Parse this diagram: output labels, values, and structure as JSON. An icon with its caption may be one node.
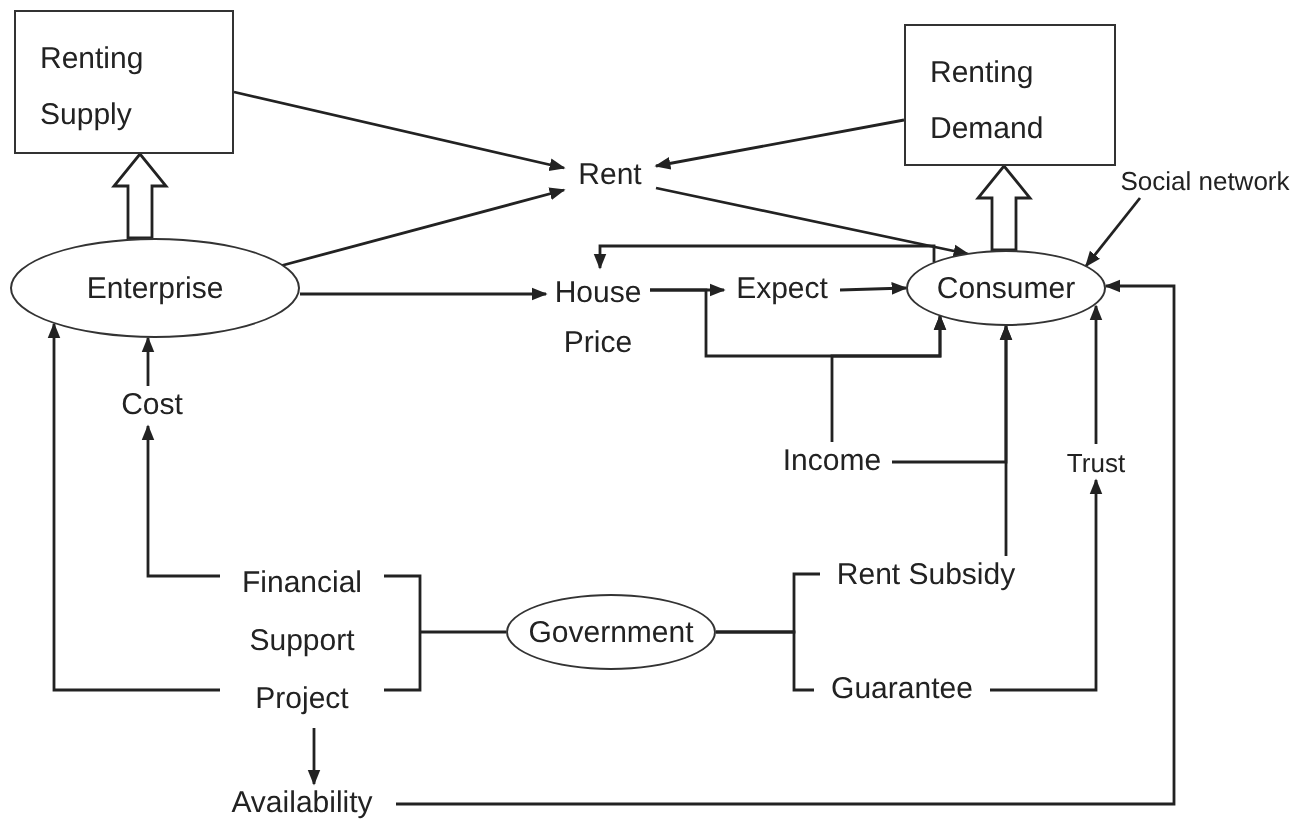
{
  "diagram": {
    "nodes": [
      {
        "text": [
          "Renting Supply"
        ]
      },
      {
        "text": [
          "Enterprise"
        ]
      },
      {
        "text": [
          "Cost"
        ]
      },
      {
        "text": [
          "Rent"
        ]
      },
      {
        "text": [
          "House Price"
        ]
      },
      {
        "text": [
          "Expect"
        ]
      },
      {
        "text": [
          "Renting Demand"
        ]
      },
      {
        "text": [
          "Social network"
        ]
      },
      {
        "text": [
          "Consumer"
        ]
      },
      {
        "text": [
          "Income"
        ]
      },
      {
        "text": [
          "Trust"
        ]
      },
      {
        "text": [
          "Financial Support Project"
        ]
      },
      {
        "text": [
          "Government"
        ]
      },
      {
        "text": [
          "Rent Subsidy"
        ]
      },
      {
        "text": [
          "Guarantee"
        ]
      },
      {
        "text": [
          "Availability"
        ]
      }
    ],
    "edges": [
      {
        "from": 0,
        "to": 3,
        "arrow": "to"
      },
      {
        "from": 1,
        "to": 3,
        "arrow": "to"
      },
      {
        "from": 1,
        "to": 4,
        "arrow": "to"
      },
      {
        "from": 1,
        "to": 0,
        "arrow": "to",
        "style": "thick"
      },
      {
        "from": 6,
        "to": 3,
        "arrow": "to"
      },
      {
        "from": 3,
        "to": 8,
        "arrow": "to"
      },
      {
        "from": 8,
        "to": 6,
        "arrow": "to",
        "style": "thick"
      },
      {
        "from": 7,
        "to": 8,
        "arrow": "to"
      },
      {
        "from": 8,
        "to": 4,
        "arrow": "to"
      },
      {
        "from": 4,
        "to": 5,
        "arrow": "to"
      },
      {
        "from": 4,
        "to": 8,
        "arrow": "to"
      },
      {
        "from": 5,
        "to": 8,
        "arrow": "to"
      },
      {
        "from": 9,
        "to": 8,
        "arrow": "to"
      },
      {
        "from": 9,
        "to": 8,
        "arrow": "to"
      },
      {
        "from": 13,
        "to": 8,
        "arrow": "to"
      },
      {
        "from": 14,
        "to": 10,
        "arrow": "to"
      },
      {
        "from": 10,
        "to": 8,
        "arrow": "to"
      },
      {
        "from": 15,
        "to": 8,
        "arrow": "to"
      },
      {
        "from": 11,
        "to": 2,
        "arrow": "to"
      },
      {
        "from": 2,
        "to": 1,
        "arrow": "to"
      },
      {
        "from": 11,
        "to": 1,
        "arrow": "to"
      },
      {
        "from": 11,
        "to": 15,
        "arrow": "to"
      },
      {
        "from": 12,
        "to": 11,
        "arrow": "none"
      },
      {
        "from": 12,
        "to": 13,
        "arrow": "none"
      },
      {
        "from": 12,
        "to": 14,
        "arrow": "none"
      }
    ]
  }
}
